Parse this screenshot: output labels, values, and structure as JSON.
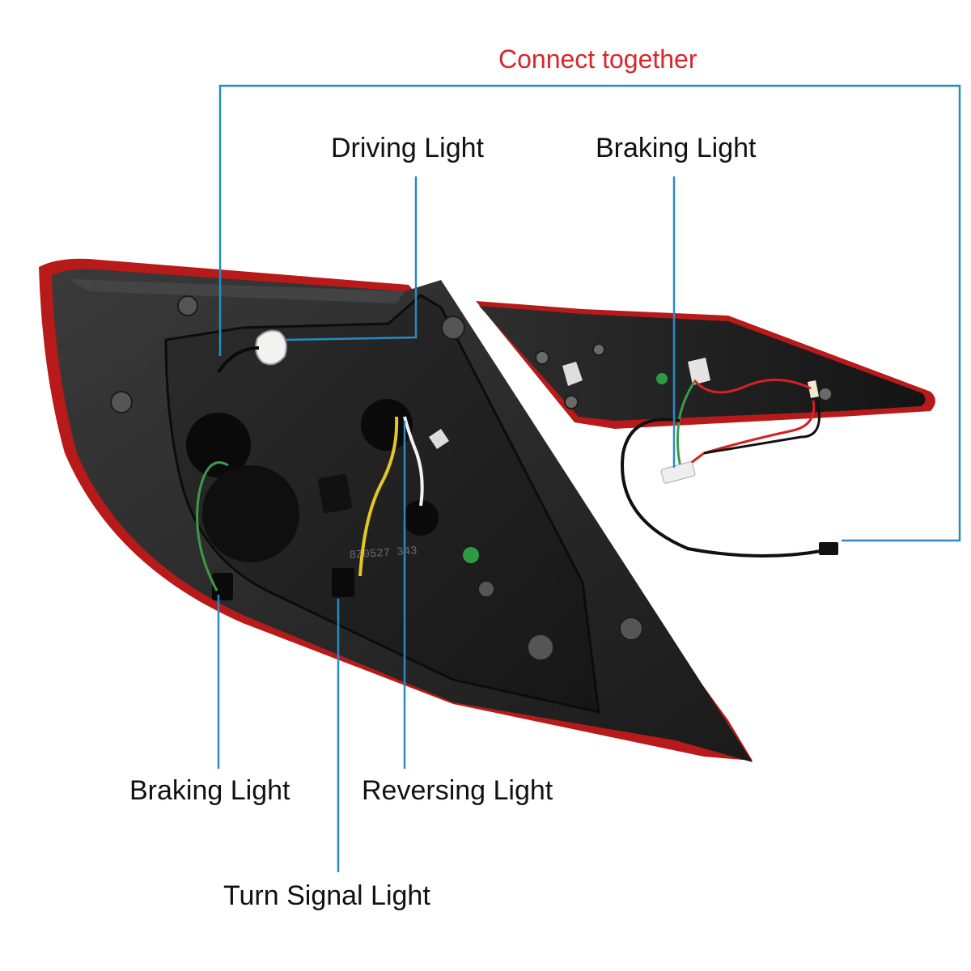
{
  "title": "Connect together",
  "labels": {
    "driving_light": "Driving Light",
    "braking_light_right": "Braking Light",
    "braking_light_left": "Braking Light",
    "reversing_light": "Reversing Light",
    "turn_signal_light": "Turn Signal Light"
  },
  "markings": {
    "part_code": "8Z0527 343"
  },
  "colors": {
    "title_red": "#d8262b",
    "callout_line": "#2a8ac4",
    "housing_dark": "#202020",
    "lens_red": "#b81a1a",
    "wire_green": "#3c9a4a",
    "wire_yellow": "#e2c825",
    "wire_red": "#d42222"
  }
}
